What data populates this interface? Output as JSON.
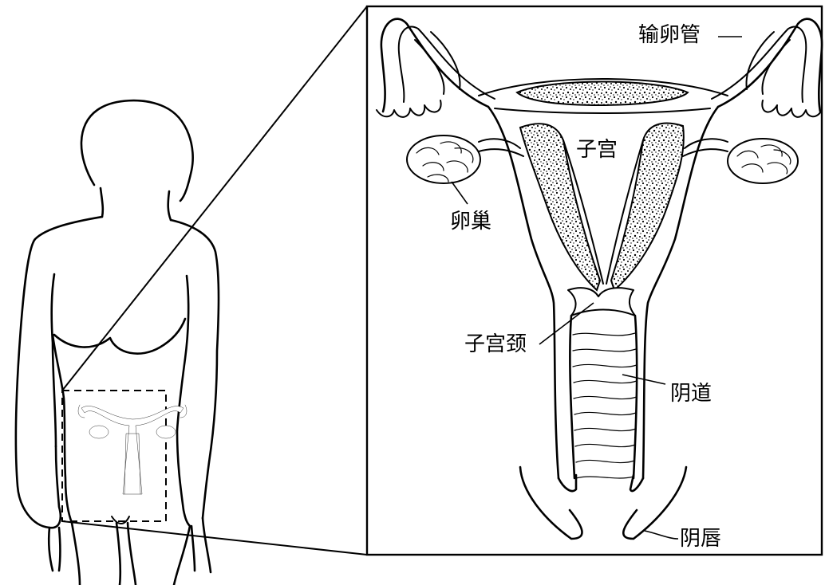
{
  "labels": {
    "fallopian_tube": "输卵管",
    "uterus": "子宫",
    "ovary": "卵巢",
    "cervix": "子宫颈",
    "vagina": "阴道",
    "labia": "阴唇"
  }
}
